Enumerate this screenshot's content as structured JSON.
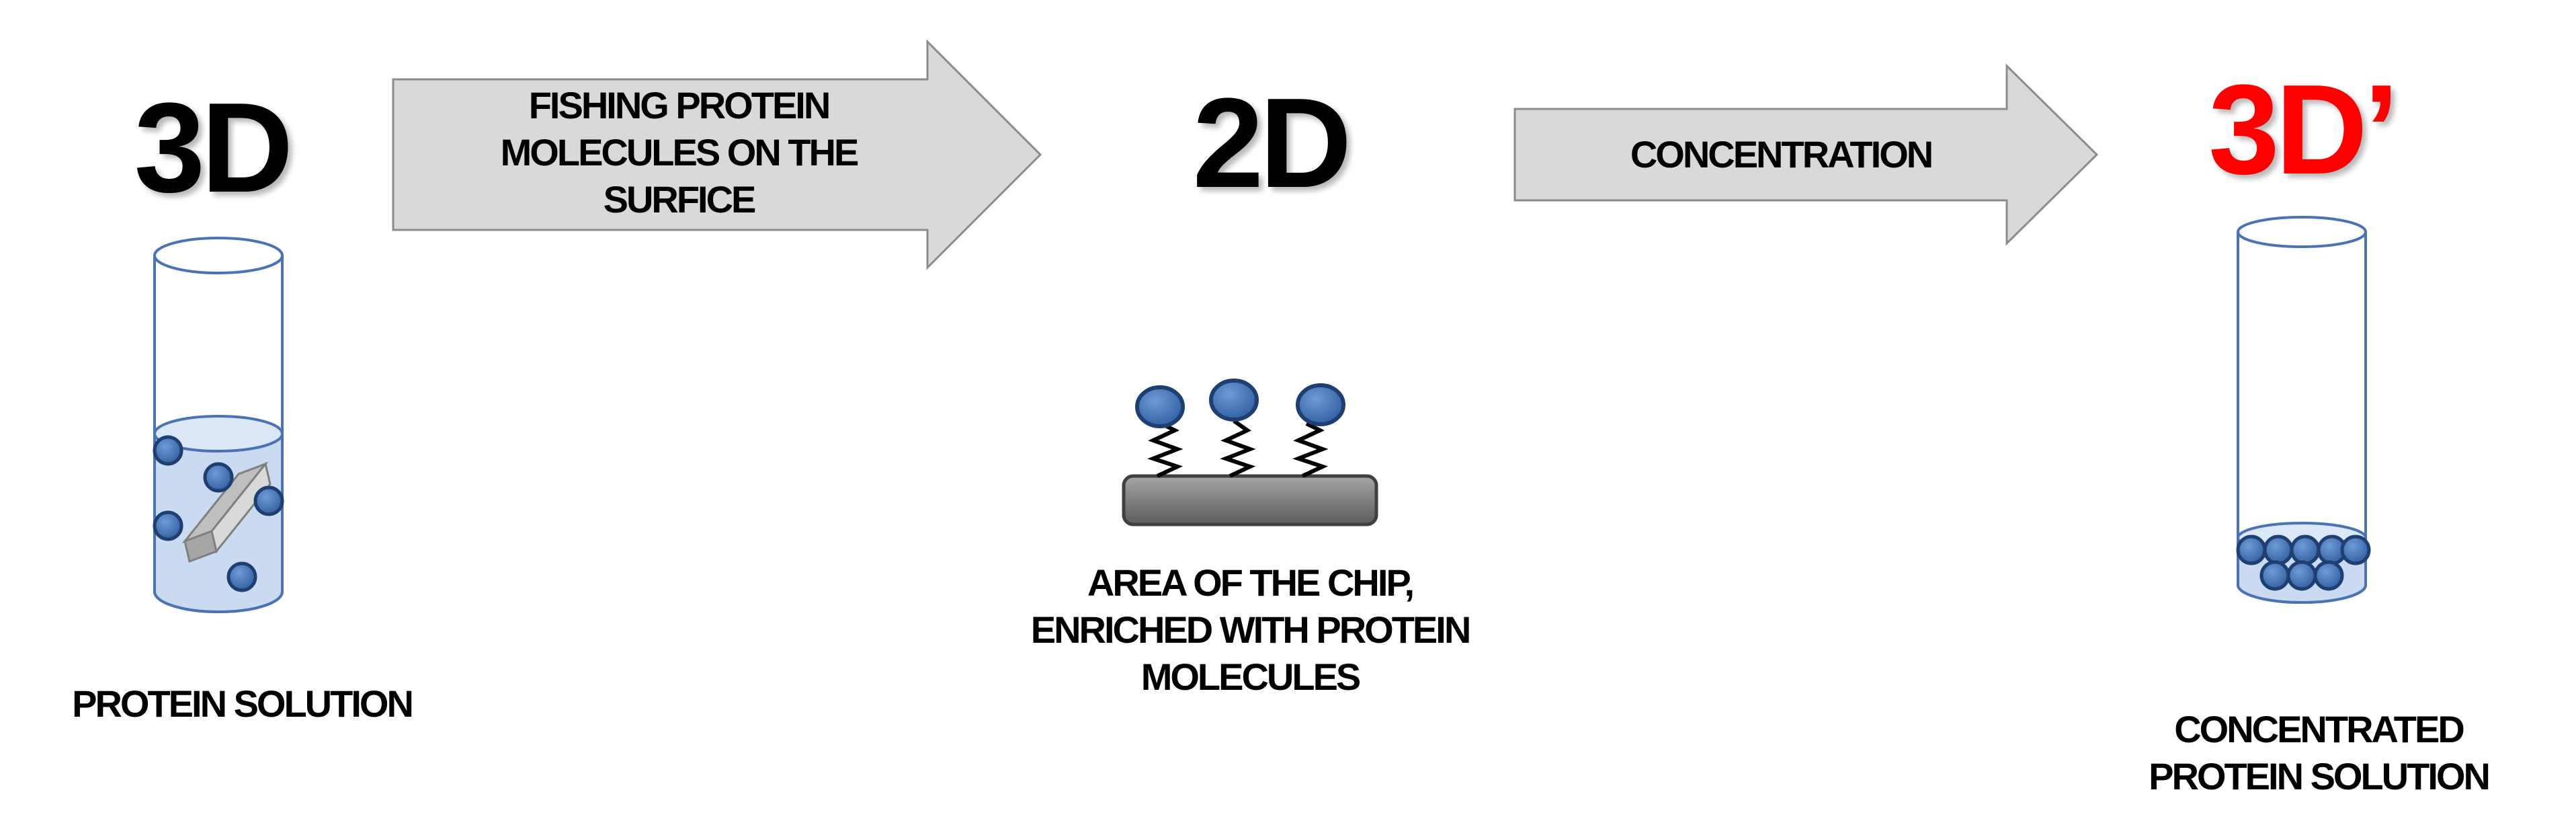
{
  "stages": {
    "left": {
      "heading": "3D",
      "caption": "PROTEIN SOLUTION"
    },
    "middle": {
      "heading": "2D",
      "caption_lines": [
        "AREA OF THE CHIP,",
        "ENRICHED WITH PROTEIN",
        "MOLECULES"
      ]
    },
    "right": {
      "heading": "3D’",
      "caption_lines": [
        "CONCENTRATED",
        "PROTEIN SOLUTION"
      ]
    }
  },
  "arrows": {
    "first": {
      "label_lines": [
        "FISHING PROTEIN",
        "MOLECULES ON THE",
        "SURFICE"
      ]
    },
    "second": {
      "label": "CONCENTRATION"
    }
  },
  "colors": {
    "heading": "#000000",
    "heading_accent": "#ff0000",
    "arrow_fill": "#d9d9d9",
    "arrow_stroke": "#8c8c8c",
    "molecule": "#3f72b8",
    "liquid": "#c9daf1",
    "tube_outline": "#4a73b5",
    "chip": "#7f7f7f"
  }
}
